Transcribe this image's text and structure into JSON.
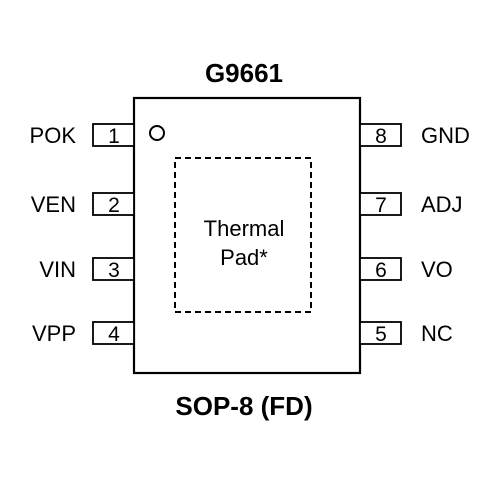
{
  "chip": {
    "part_number": "G9661",
    "package": "SOP-8 (FD)",
    "thermal_pad_line1": "Thermal",
    "thermal_pad_line2": "Pad*"
  },
  "pins_left": [
    {
      "number": "1",
      "name": "POK"
    },
    {
      "number": "2",
      "name": "VEN"
    },
    {
      "number": "3",
      "name": "VIN"
    },
    {
      "number": "4",
      "name": "VPP"
    }
  ],
  "pins_right": [
    {
      "number": "8",
      "name": "GND"
    },
    {
      "number": "7",
      "name": "ADJ"
    },
    {
      "number": "6",
      "name": "VO"
    },
    {
      "number": "5",
      "name": "NC"
    }
  ]
}
